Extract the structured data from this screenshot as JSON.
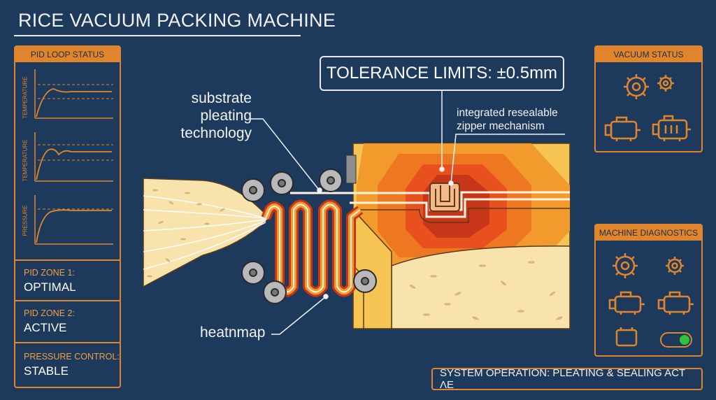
{
  "title": "RICE VACUUM PACKING MACHINE",
  "pid_panel": {
    "header": "PID LOOP STATUS",
    "charts": [
      {
        "ylabel": "TEMPERATURE"
      },
      {
        "ylabel": "TEMPERATURE"
      },
      {
        "ylabel": "PRESSURE"
      }
    ],
    "zones": [
      {
        "label": "PID ZONE 1:",
        "value": "OPTIMAL"
      },
      {
        "label": "PID ZONE 2:",
        "value": "ACTIVE"
      },
      {
        "label": "PRESSURE CONTROL:",
        "value": "STABLE"
      }
    ]
  },
  "vacuum_panel": {
    "header": "VACUUM STATUS",
    "icons": [
      "gear-icon",
      "gear-icon",
      "motor-icon",
      "motor-icon"
    ]
  },
  "diagnostics_panel": {
    "header": "MACHINE DIAGNOSTICS",
    "icons": [
      "gear-icon",
      "gear-icon",
      "motor-icon",
      "motor-icon",
      "battery-icon",
      "toggle-switch-icon"
    ]
  },
  "tolerance": "TOLERANCE LIMITS: ±0.5mm",
  "annotations": {
    "substrate": [
      "substrate",
      "pleating",
      "technology"
    ],
    "zipper": [
      "integrated resealable",
      "zipper mechanism"
    ],
    "heatmap": "heatnmap"
  },
  "status_bar": "SYSTEM OPERATION: PLEATING & SEALING ACT ΛE",
  "colors": {
    "background": "#1d3a5c",
    "accent": "#e0852b",
    "heat_core": "#e8501e",
    "rice": "#f8e3ad",
    "toggle_on": "#2fc43c"
  }
}
